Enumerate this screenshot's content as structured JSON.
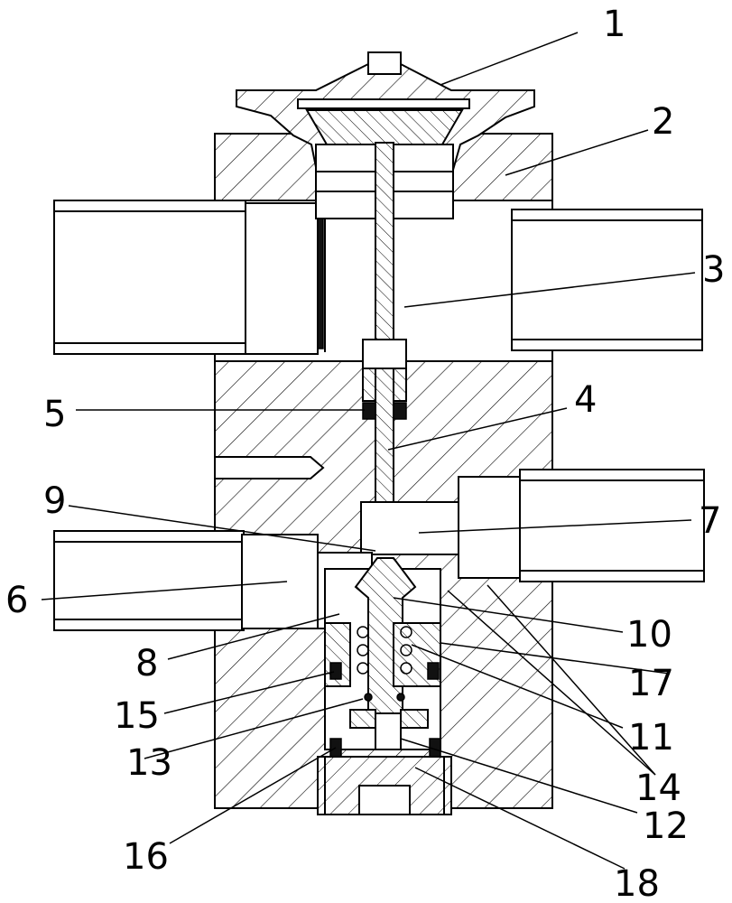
{
  "labels": [
    "1",
    "2",
    "3",
    "4",
    "5",
    "6",
    "7",
    "8",
    "9",
    "10",
    "11",
    "12",
    "13",
    "14",
    "15",
    "16",
    "17",
    "18"
  ]
}
